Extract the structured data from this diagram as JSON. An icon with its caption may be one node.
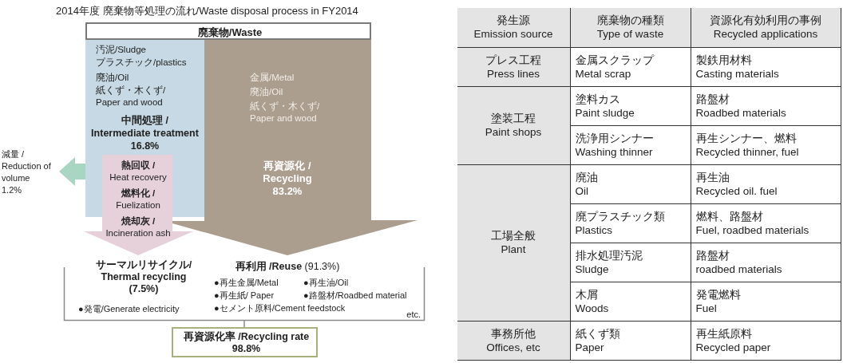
{
  "diagram": {
    "title": "2014年度 廃棄物等処理の流れ/Waste disposal process in FY2014",
    "nodes": [
      {
        "text": [
          "廃棄物/Waste"
        ]
      },
      {
        "text": [
          "汚泥/Sludge",
          "プラスチック/plastics",
          "廃油/Oil",
          "紙くず・木くず/ Paper and wood",
          "中間処理 / Intermediate treatment 16.8%"
        ]
      },
      {
        "text": [
          "金属/Metal",
          "廃油/Oil",
          "紙くず・木くず/ Paper and wood",
          "再資源化 / Recycling 83.2%"
        ]
      },
      {
        "text": [
          "**熱回収 /** Heat recovery",
          "**燃料化 /** Fuelization",
          "**焼却灰 /** Incineration ash"
        ]
      },
      {
        "text": [
          "減量 / Reduction of volume 1.2%"
        ]
      },
      {
        "text": [],
        "shape": "bracket"
      },
      {
        "text": [
          "サーマルリサイクル/ Thermal recycling (7.5%)",
          "●発電/Generate electricity"
        ],
        "in": 5
      },
      {
        "text": [
          "**再利用 /Reuse** (91.3%)",
          "●再生金属/Metal",
          "●再生油/Oil",
          "●再生紙/ Paper",
          "●路盤材/Roadbed material",
          "●セメント原料/Cement feedstock",
          "etc."
        ],
        "in": 5
      },
      {
        "text": [
          "再資源化率 /Recycling rate 98.8%"
        ]
      }
    ],
    "edges": [
      {
        "from": 1,
        "to": 4,
        "arrow": "to",
        "style": "thick",
        "color": "#a9d6c2"
      },
      {
        "from": 5,
        "to": 8,
        "arrow": "none"
      }
    ],
    "labels": [
      "発生源",
      "Emission source",
      "廃棄物の種類",
      "Type of waste",
      "資源化有効利用の事例",
      "Recycled applications",
      "プレス工程",
      "Press lines",
      "金属スクラップ",
      "Metal scrap",
      "製鉄用材料",
      "Casting materials",
      "塗装工程",
      "Paint shops",
      "塗料カス",
      "Paint sludge",
      "路盤材",
      "Roadbed materials",
      "洗浄用シンナー",
      "Washing thinner",
      "再生シンナー、燃料",
      "Recycled thinner, fuel",
      "工場全般",
      "Plant",
      "廃油",
      "Oil",
      "再生油",
      "Recycled oil. fuel",
      "廃プラスチック類",
      "Plastics",
      "燃料、路盤材",
      "Fuel, roadbed materials",
      "排水処理汚泥",
      "Sludge",
      "路盤材",
      "roadbed materials",
      "木屑",
      "Woods",
      "発電燃料",
      "Fuel",
      "事務所他",
      "Offices, etc",
      "紙くず類",
      "Paper",
      "再生紙原料",
      "Recycled paper"
    ]
  }
}
